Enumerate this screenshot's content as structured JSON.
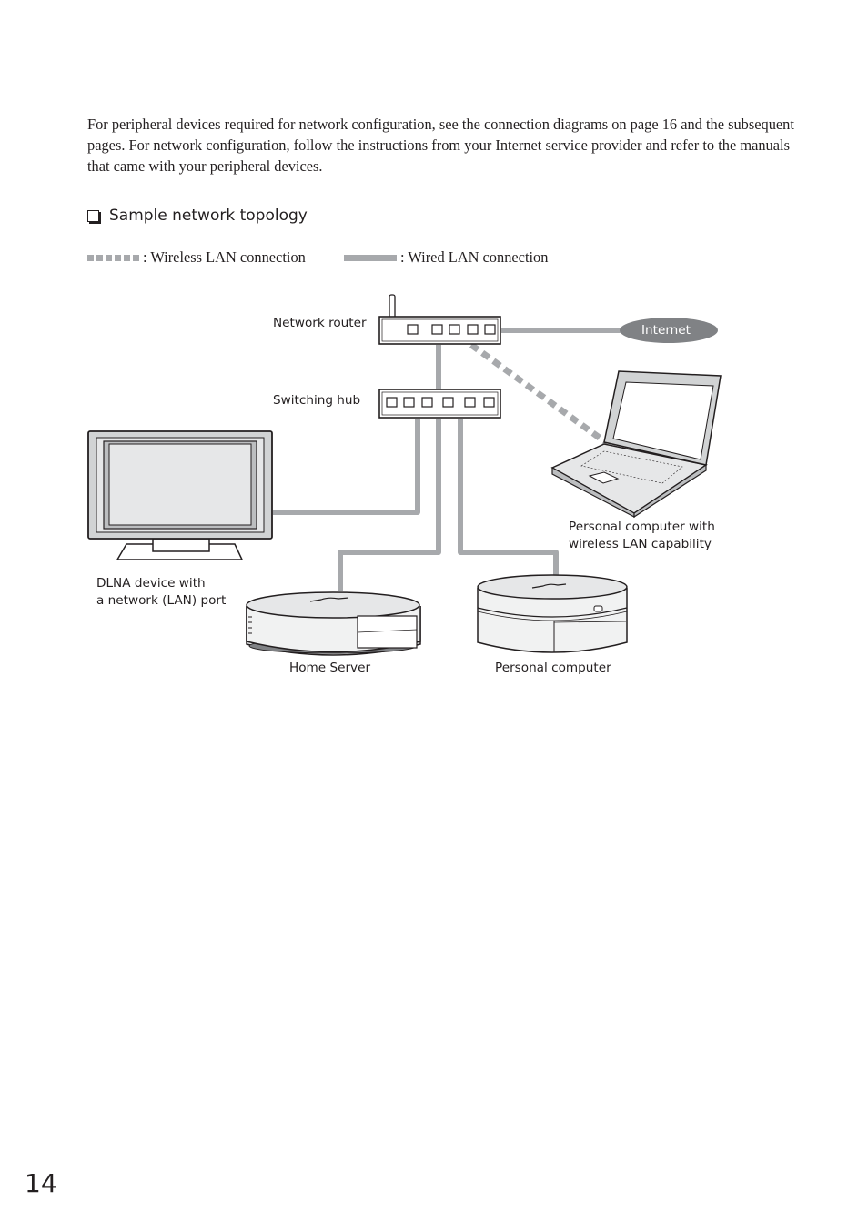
{
  "intro_text": "For peripheral devices required for network configuration, see the connection diagrams on page 16 and the subsequent pages. For network configuration, follow the instructions from your Internet service provider and refer to the manuals that came with your peripheral devices.",
  "section_heading": "Sample network topology",
  "legend": {
    "wireless_label": ": Wireless LAN connection",
    "wired_label": ": Wired LAN connection"
  },
  "diagram": {
    "network_router": "Network router",
    "switching_hub": "Switching hub",
    "internet": "Internet",
    "dlna_device": "DLNA device with\na network (LAN) port",
    "laptop": "Personal computer with\nwireless LAN capability",
    "home_server": "Home Server",
    "personal_computer": "Personal computer"
  },
  "colors": {
    "connection_gray": "#a7a9ac",
    "internet_bubble": "#808285",
    "text": "#231f20"
  },
  "page_number": "14"
}
